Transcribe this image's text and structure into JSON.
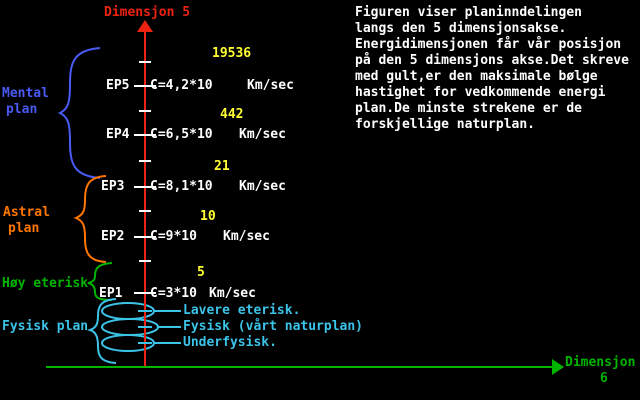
{
  "palette": {
    "background": "#000000",
    "red": "#ee2211",
    "green": "#00b400",
    "blue": "#4a5af5",
    "orange": "#ff7700",
    "cyan": "#3cc3e8",
    "yellow": "#ffff33",
    "white": "#ffffff"
  },
  "axes": {
    "dim5_label": "Dimensjon 5",
    "dim6_word": "Dimensjon",
    "dim6_number": "6"
  },
  "plans": {
    "mental": {
      "line1": "Mental",
      "line2": "plan"
    },
    "astral": {
      "line1": "Astral",
      "line2": "plan"
    },
    "hoy_eterisk": "Høy eterisk",
    "fysisk": "Fysisk plan"
  },
  "energy_points": [
    {
      "label": "EP5",
      "formula": "C=4,2*10",
      "exponent": "19536",
      "unit": "Km/sec"
    },
    {
      "label": "EP4",
      "formula": "C=6,5*10",
      "exponent": "442",
      "unit": "Km/sec"
    },
    {
      "label": "EP3",
      "formula": "C=8,1*10",
      "exponent": "21",
      "unit": "Km/sec"
    },
    {
      "label": "EP2",
      "formula": "C=9*10",
      "exponent": "10",
      "unit": "Km/sec"
    },
    {
      "label": "EP1",
      "formula": "C=3*10",
      "exponent": "5",
      "unit": "Km/sec"
    }
  ],
  "sub_plans": [
    "Lavere eterisk.",
    "Fysisk (vårt naturplan)",
    "Underfysisk."
  ],
  "description": {
    "lines": [
      "Figuren viser planinndelingen",
      "langs den 5 dimensjonsakse.",
      "Energidimensjonen får vår posisjon",
      "på den 5 dimensjons akse.Det skreve",
      "med gult,er den maksimale bølge",
      "hastighet for vedkommende energi",
      "plan.De minste strekene er de",
      "forskjellige naturplan."
    ]
  }
}
